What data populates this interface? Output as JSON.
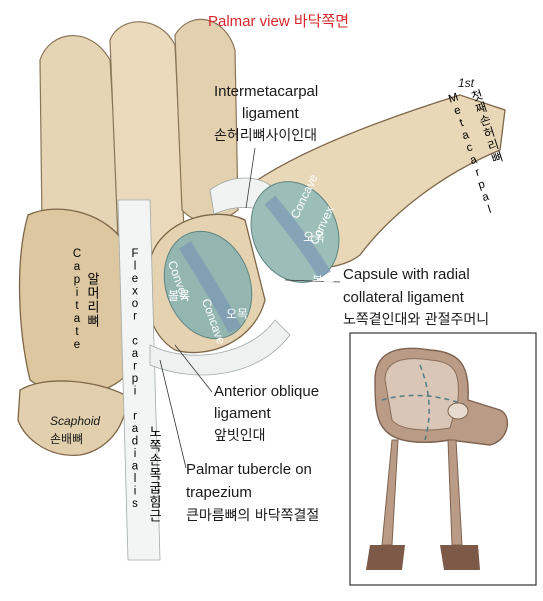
{
  "title": "Palmar view 바닥쪽면",
  "labels": {
    "intermetacarpal_en_1": "Intermetacarpal",
    "intermetacarpal_en_2": "ligament",
    "intermetacarpal_ko": "손허리뼈사이인대",
    "first": "1st",
    "metacarpal_en": "Metacarpal",
    "metacarpal_ko": "첫째손허리뼈",
    "capsule_en_1": "Capsule with radial",
    "capsule_en_2": "collateral ligament",
    "capsule_ko": "노쪽곁인대와 관절주머니",
    "capitate_en": "Capitate",
    "capitate_ko": "알머리뼈",
    "flexor_en": "Flexor carpi radialis",
    "flexor_ko": "노쪽손목굽힘근",
    "convex_1": "Convex",
    "convex_ko_1": "볼록",
    "concave_1": "Concave",
    "concave_ko_1": "오목",
    "concave_2": "Concave",
    "concave_ko_2": "오목",
    "convex_2": "Convex",
    "convex_ko_2": "볼록",
    "anterior_en_1": "Anterior oblique",
    "anterior_en_2": "ligament",
    "anterior_ko": "앞빗인대",
    "scaphoid_en": "Scaphoid",
    "scaphoid_ko": "손배뼈",
    "tubercle_en_1": "Palmar tubercle on",
    "tubercle_en_2": "trapezium",
    "tubercle_ko": "큰마름뼈의 바닥쪽결절"
  },
  "colors": {
    "title": "#d8262b",
    "bone": "#e8d8bb",
    "bone_shade": "#c9b08a",
    "ligament": "#eef2f2",
    "cartilage": "#8fb3ad",
    "model_body": "#b89a85",
    "model_frame": "#9a7a62"
  },
  "icons": {
    "inset": "saddle-joint-model-icon"
  }
}
